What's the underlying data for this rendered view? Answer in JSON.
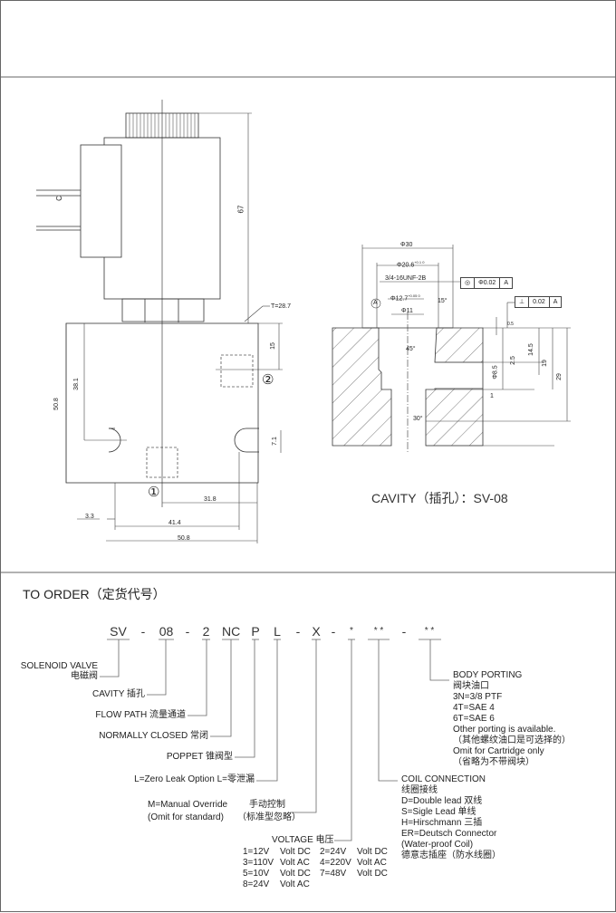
{
  "side_view": {
    "connector_letter": "C",
    "dim_height_total": "67",
    "dim_thickness": "T=28.7",
    "dim_port2_depth": "15",
    "port2_label": "②",
    "port1_label": "①",
    "dim_body_height": "50.8",
    "dim_mount_height": "38.1",
    "dim_slot": "7.1",
    "dim_port1_offset": "31.8",
    "dim_mount_width": "41.4",
    "dim_edge": "3.3",
    "dim_body_width": "50.8"
  },
  "cavity_view": {
    "dia_30": "Φ30",
    "dia_20_6": "Φ20.6",
    "dia_20_6_tol": "+0.1 0",
    "thread": "3/4-16UNF-2B",
    "dia_12_7": "Φ12.7",
    "dia_12_7_tol": "+0.05 0",
    "dia_11": "Φ11",
    "datum": "A",
    "concentricity": {
      "symbol": "◎",
      "value": "Φ0.02",
      "datum": "A"
    },
    "perpendicularity": {
      "symbol": "⊥",
      "value": "0.02",
      "datum": "A"
    },
    "angle_15": "15°",
    "angle_45": "45°",
    "angle_30": "30°",
    "dim_0_5": "0.5",
    "dim_2_5": "2.5",
    "dim_14_5": "14.5",
    "dim_19": "19",
    "dim_29": "29",
    "dim_8_5": "Φ8.5",
    "dim_1": "1",
    "caption": "CAVITY（插孔）：SV-08"
  },
  "order": {
    "title": "TO ORDER（定货代号）",
    "code": [
      "SV",
      "-",
      "08",
      "-",
      "2",
      "NC",
      "P",
      "L",
      "-",
      "X",
      "-",
      "*",
      "* *",
      "-",
      "* *"
    ],
    "solenoid_en": "SOLENOID VALVE",
    "solenoid_cn": "电磁阀",
    "cavity": "CAVITY  插孔",
    "flow_path": "FLOW PATH  流量通道",
    "normally_closed": "NORMALLY CLOSED  常闭",
    "poppet": "POPPET  锥阀型",
    "zero_leak": "L=Zero Leak Option  L=零泄漏",
    "manual_en_1": "M=Manual Override",
    "manual_en_2": "(Omit for standard)",
    "manual_cn_1": "手动控制",
    "manual_cn_2": "（标准型忽略）",
    "voltage_title": "VOLTAGE  电压",
    "voltage_rows": [
      [
        "1=12V",
        "Volt DC",
        "2=24V",
        "Volt DC"
      ],
      [
        "3=110V",
        "Volt AC",
        "4=220V",
        "Volt AC"
      ],
      [
        "5=10V",
        "Volt DC",
        "7=48V",
        "Volt DC"
      ],
      [
        "8=24V",
        "Volt AC",
        "",
        ""
      ]
    ],
    "coil_lines": [
      "COIL CONNECTION",
      "线圈接线",
      "D=Double lead 双线",
      "S=Sigle Lead  单线",
      "H=Hirschmann  三插",
      "ER=Deutsch Connector",
      "(Water-proof Coil)",
      "德意志插座（防水线圈）"
    ],
    "porting_lines": [
      "BODY PORTING",
      "阀块油口",
      "3N=3/8 PTF",
      "4T=SAE 4",
      "6T=SAE 6",
      "Other porting is available.",
      "（其他螺纹油口是可选择的）",
      "Omit for Cartridge only",
      "（省略为不带阀块）"
    ]
  }
}
